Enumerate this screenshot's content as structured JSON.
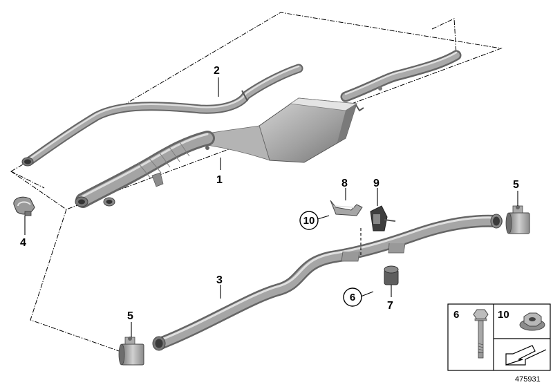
{
  "callouts": {
    "p1": "1",
    "p2": "2",
    "p3": "3",
    "p4": "4",
    "p5a": "5",
    "p5b": "5",
    "p6": "6",
    "p7": "7",
    "p8": "8",
    "p9": "9",
    "p10": "10"
  },
  "legend": {
    "bolt_number": "6",
    "nut_number": "10"
  },
  "drawing_number": "475931",
  "colors": {
    "pipe_dark": "#6e6e6e",
    "pipe_mid": "#9a9a9a",
    "pipe_light": "#d2d2d2",
    "ink": "#000000"
  }
}
